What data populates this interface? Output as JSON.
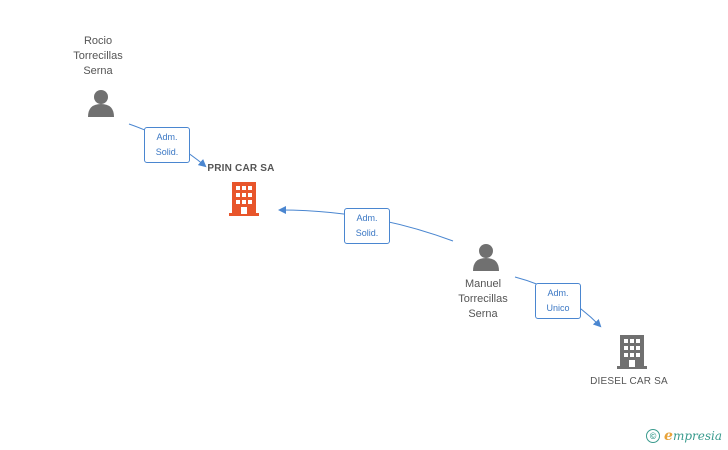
{
  "nodes": {
    "rocio": {
      "name_lines": [
        "Rocio",
        "Torrecillas",
        "Serna"
      ],
      "icon": "person-icon"
    },
    "manuel": {
      "name_lines": [
        "Manuel",
        "Torrecillas",
        "Serna"
      ],
      "icon": "person-icon"
    },
    "prin_car": {
      "name": "PRIN CAR SA",
      "icon": "building-icon"
    },
    "diesel_car": {
      "name": "DIESEL CAR SA",
      "icon": "building-icon"
    }
  },
  "edges": {
    "rocio_prin": {
      "label_lines": [
        "Adm.",
        "Solid."
      ]
    },
    "manuel_prin": {
      "label_lines": [
        "Adm.",
        "Solid."
      ]
    },
    "manuel_diesel": {
      "label_lines": [
        "Adm.",
        "Unico"
      ]
    }
  },
  "footer": {
    "symbol": "©",
    "brand_initial": "e",
    "brand_rest": "mpresia"
  },
  "colors": {
    "person": "#707070",
    "main_company": "#e8552b",
    "other_company": "#707070",
    "edge": "#4a86d0",
    "brand": "#3a9b8e"
  }
}
